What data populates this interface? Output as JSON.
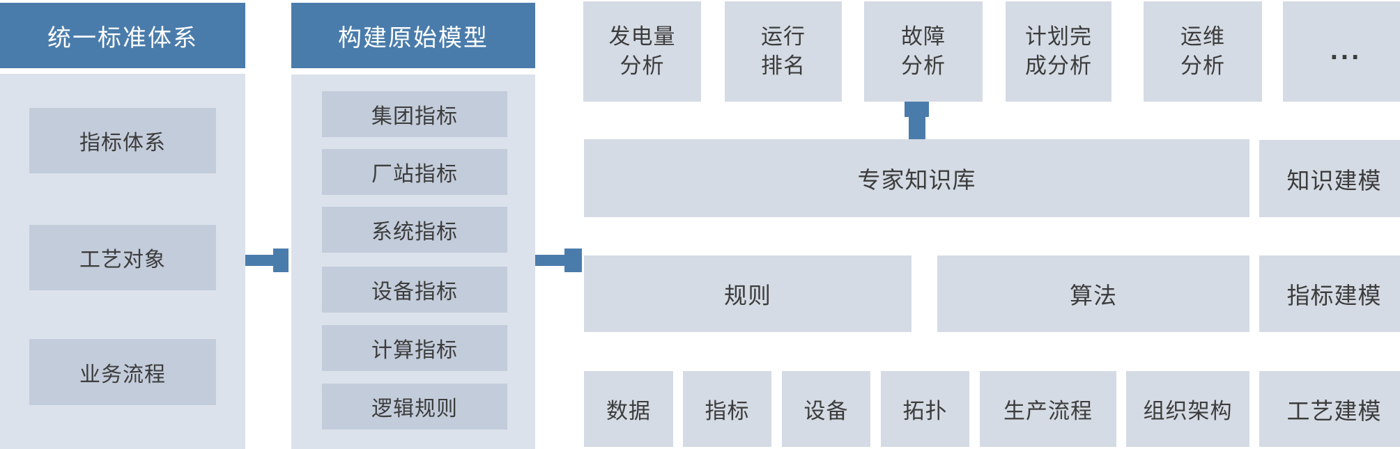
{
  "colors": {
    "blue": "#4A7CAB",
    "panel-bg": "#DBE2EC",
    "panel-box": "#C3CCDA",
    "light-box": "#D5DBE4",
    "text-dark": "#3C3C3C",
    "canvas-bg": "#FFFFFF"
  },
  "standards": {
    "title": "统一标准体系",
    "items": [
      "指标体系",
      "工艺对象",
      "业务流程"
    ]
  },
  "model": {
    "title": "构建原始模型",
    "items": [
      "集团指标",
      "厂站指标",
      "系统指标",
      "设备指标",
      "计算指标",
      "逻辑规则"
    ]
  },
  "top_row": [
    "发电量\n分析",
    "运行\n排名",
    "故障\n分析",
    "计划完\n成分析",
    "运维\n分析",
    "..."
  ],
  "middle": {
    "expert": "专家知识库",
    "rules": "规则",
    "algorithm": "算法"
  },
  "right_column": {
    "knowledge": "知识建模",
    "indicator": "指标建模",
    "process": "工艺建模"
  },
  "bottom_row": [
    "数据",
    "指标",
    "设备",
    "拓扑",
    "生产流程",
    "组织架构"
  ]
}
